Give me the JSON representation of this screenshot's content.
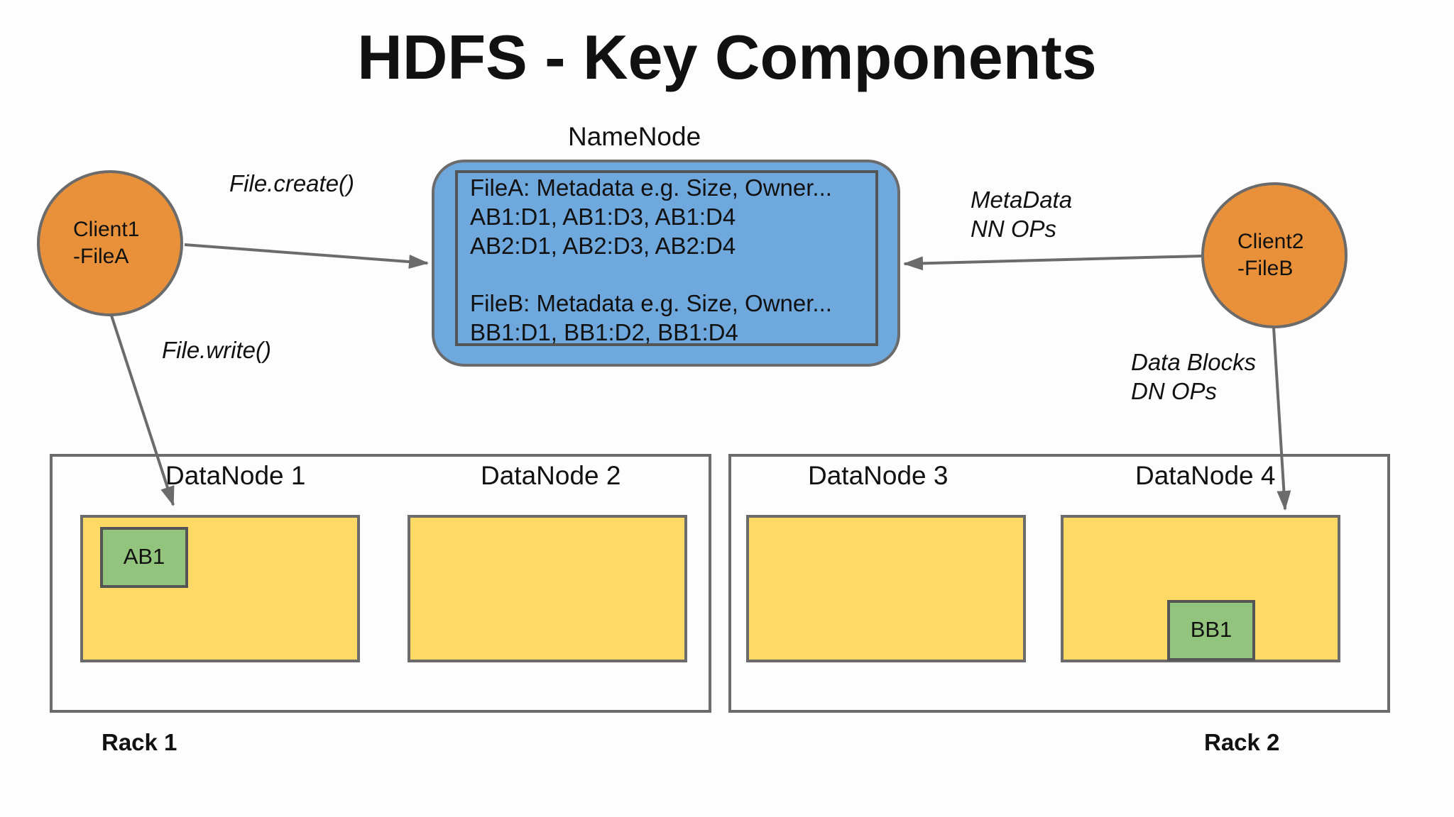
{
  "title": "HDFS - Key Components",
  "namenode": {
    "label": "NameNode",
    "lines": [
      "FileA: Metadata e.g. Size, Owner...",
      "AB1:D1, AB1:D3, AB1:D4",
      "AB2:D1, AB2:D3, AB2:D4",
      "FileB: Metadata e.g. Size, Owner...",
      "BB1:D1, BB1:D2, BB1:D4"
    ]
  },
  "clients": [
    {
      "line1": "Client1",
      "line2": "-FileA"
    },
    {
      "line1": "Client2",
      "line2": "-FileB"
    }
  ],
  "edge_labels": {
    "create": "File.create()",
    "write": "File.write()",
    "metadata_line1": "MetaData",
    "metadata_line2": "NN OPs",
    "blocks_line1": "Data Blocks",
    "blocks_line2": "DN OPs"
  },
  "datanodes": [
    "DataNode 1",
    "DataNode 2",
    "DataNode 3",
    "DataNode 4"
  ],
  "blocks": {
    "ab1": "AB1",
    "bb1": "BB1"
  },
  "racks": [
    "Rack 1",
    "Rack 2"
  ],
  "colors": {
    "client": "#e8913a",
    "namenode": "#6fa8dc",
    "datanode": "#ffd966",
    "block": "#93c47d",
    "stroke": "#6b6b6b"
  }
}
